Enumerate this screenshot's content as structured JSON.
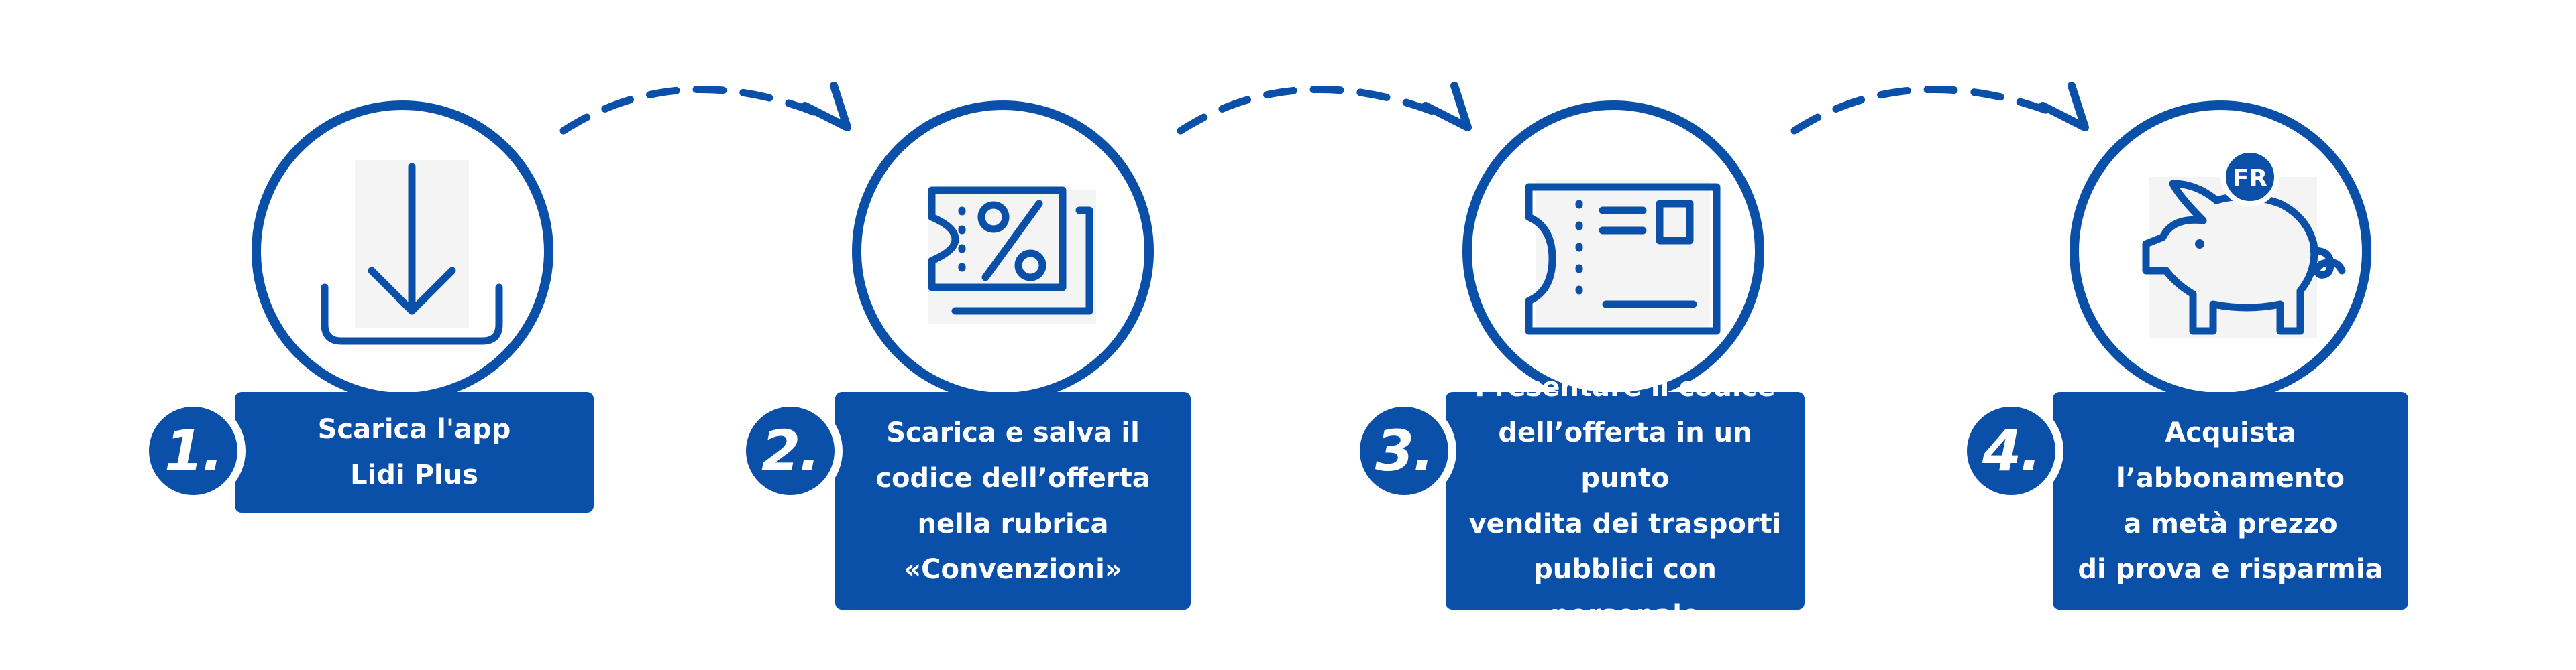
{
  "colors": {
    "primary": "#0a4fa8",
    "background": "#ffffff",
    "icon_panel": "#f4f4f4"
  },
  "steps": [
    {
      "number": "1.",
      "icon": "download-icon",
      "text": "Scarica l'app\nLidi Plus"
    },
    {
      "number": "2.",
      "icon": "coupon-percent-icon",
      "text": "Scarica e salva il\ncodice dell’offerta\nnella rubrica\n«Convenzioni»"
    },
    {
      "number": "3.",
      "icon": "ticket-icon",
      "text": "Presentare il codice\ndell’offerta in un punto\nvendita dei trasporti\npubblici con personale"
    },
    {
      "number": "4.",
      "icon": "piggy-bank-icon",
      "coin_label": "FR",
      "text": "Acquista\nl’abbonamento\na metà prezzo\ndi prova e risparmia"
    }
  ]
}
